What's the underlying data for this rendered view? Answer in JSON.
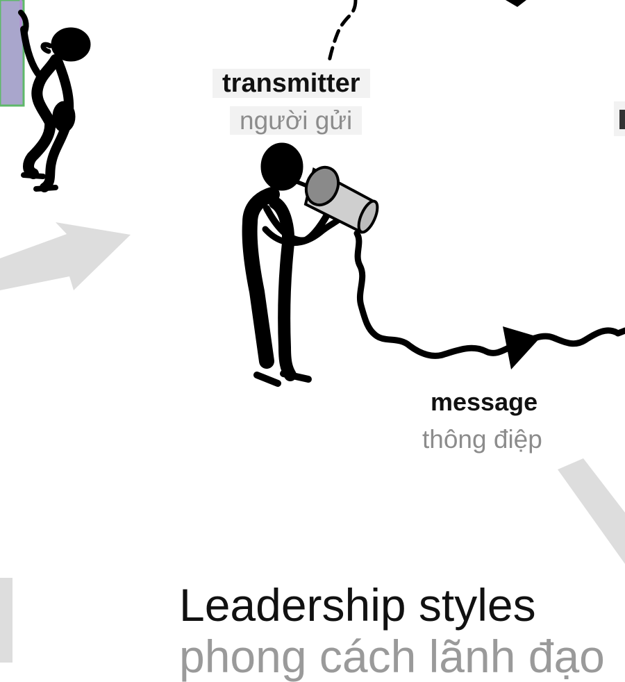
{
  "labels": {
    "transmitter": {
      "en": "transmitter",
      "vi": "người gửi"
    },
    "message": {
      "en": "message",
      "vi": "thông điệp"
    }
  },
  "section_title": {
    "en": "Leadership styles",
    "vi": "phong cách lãnh đạo"
  },
  "colors": {
    "figure": "#000000",
    "arrow_gray": "#dddddd",
    "label_bg": "#f2f2f2",
    "caption_gray": "#8c8c8c",
    "can_fill": "#cfcfcf",
    "can_rim": "#8a8a8a",
    "speaker_screen": "#a9a6cc",
    "speaker_border": "#5fb86a"
  },
  "icons": [
    "listener-figure",
    "speaker-figure",
    "tin-can-telephone",
    "signal-string",
    "direction-arrow"
  ]
}
